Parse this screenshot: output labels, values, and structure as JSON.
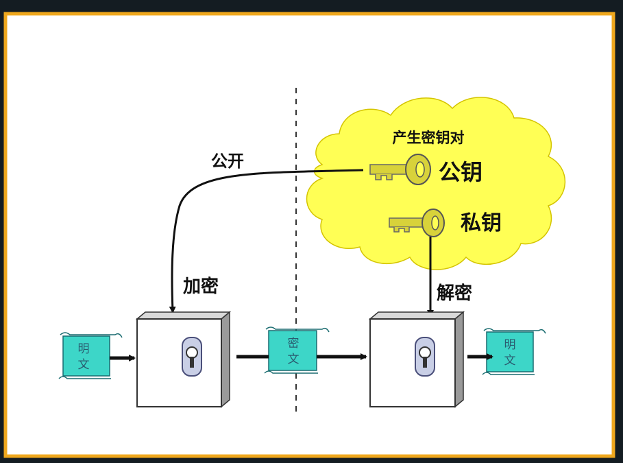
{
  "cloud_title": "产生密钥对",
  "public_key_label": "公钥",
  "private_key_label": "私钥",
  "publish_label": "公开",
  "encrypt_label": "加密",
  "decrypt_label": "解密",
  "plaintext_left": {
    "line1": "明",
    "line2": "文"
  },
  "ciphertext": {
    "line1": "密",
    "line2": "文"
  },
  "plaintext_right": {
    "line1": "明",
    "line2": "文"
  },
  "colors": {
    "frame": "#f0a81e",
    "cloud": "#ffff55",
    "scroll": "#3dd6c8",
    "box_front": "#ffffff",
    "box_side": "#9a9a9a",
    "key": "#d8d23a"
  }
}
